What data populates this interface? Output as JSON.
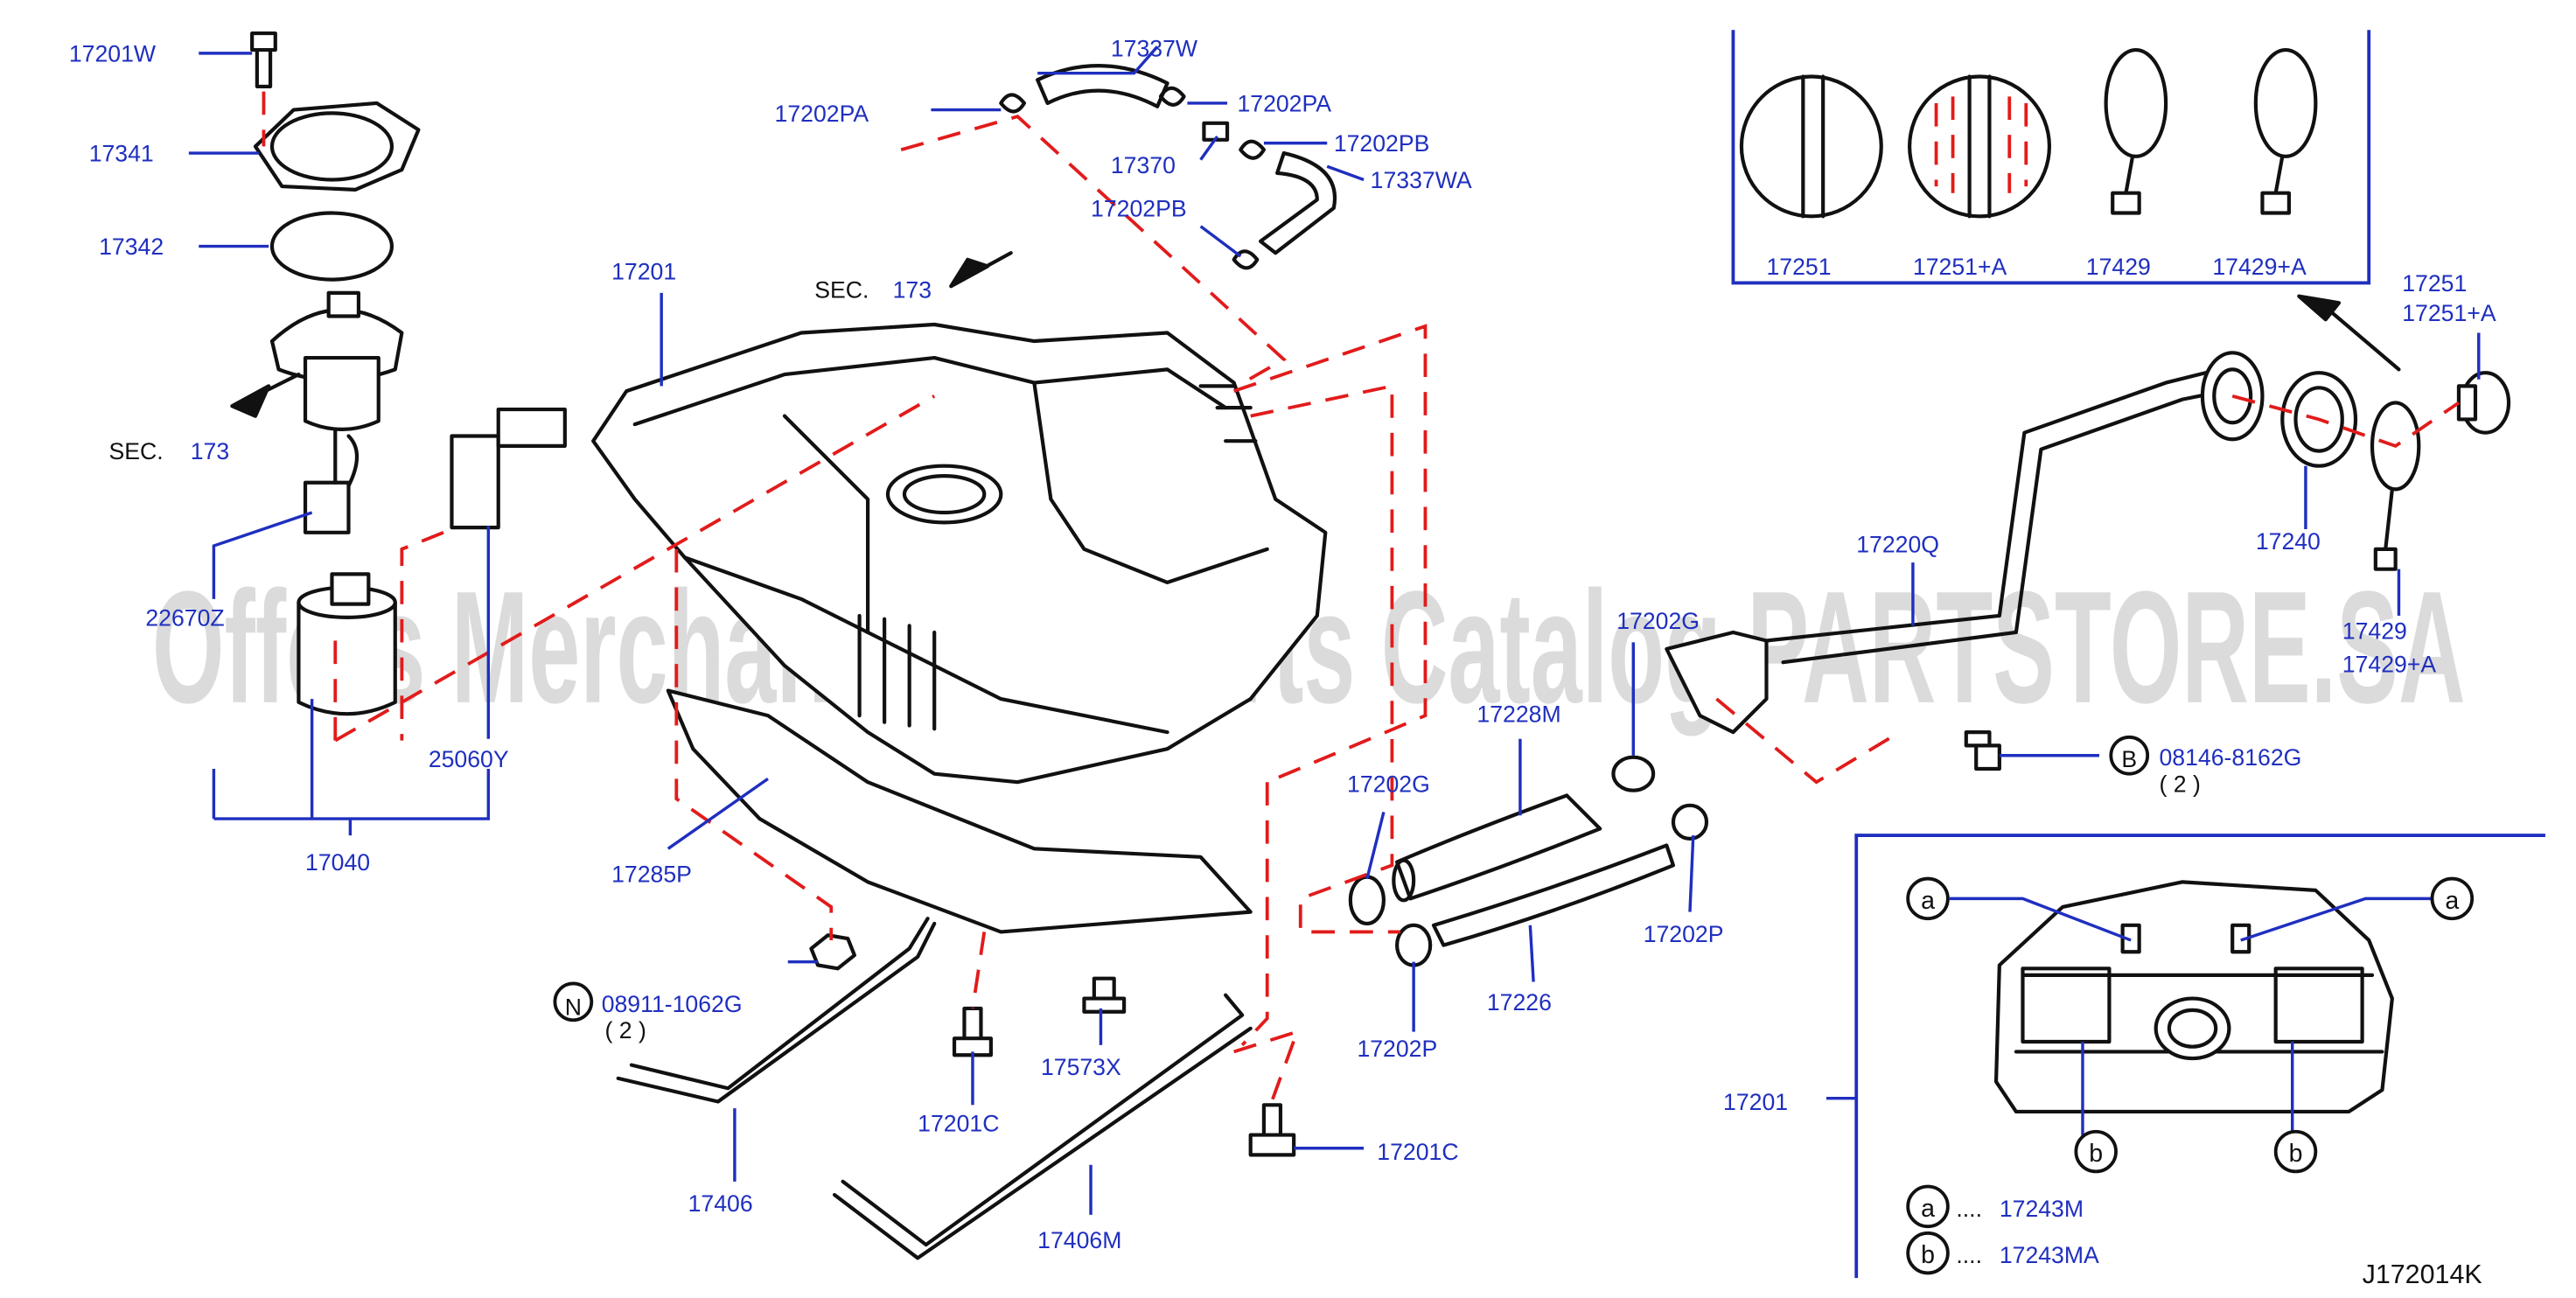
{
  "watermark": "Offers Merchant Auto Parts Catalog PARTSTORE.SA",
  "diagram_code": "J172014K",
  "sec_refs": [
    {
      "prefix": "SEC.",
      "num": "173"
    },
    {
      "prefix": "SEC.",
      "num": "173"
    }
  ],
  "labels": {
    "p17201W": "17201W",
    "p17341": "17341",
    "p17342": "17342",
    "p22670Z": "22670Z",
    "p25060Y": "25060Y",
    "p17040": "17040",
    "p17201": "17201",
    "p17202PA_a": "17202PA",
    "p17337W": "17337W",
    "p17202PA_b": "17202PA",
    "p17370": "17370",
    "p17202PB_a": "17202PB",
    "p17337WA": "17337WA",
    "p17202PB_b": "17202PB",
    "p17285P": "17285P",
    "p08911": "08911-1062G",
    "p08911_qty": "( 2 )",
    "p17406": "17406",
    "p17201C_a": "17201C",
    "p17573X": "17573X",
    "p17406M": "17406M",
    "p17201C_b": "17201C",
    "p17202G_a": "17202G",
    "p17228M": "17228M",
    "p17202G_b": "17202G",
    "p17202P_a": "17202P",
    "p17226": "17226",
    "p17202P_b": "17202P",
    "p17220Q": "17220Q",
    "p08146": "08146-8162G",
    "p08146_qty": "( 2 )",
    "p17240": "17240",
    "p17429_main": "17429",
    "p17429A_main": "17429+A",
    "p17251_top": "17251",
    "p17251A_top": "17251+A",
    "p17251_box": "17251",
    "p17251A_box": "17251+A",
    "p17429_box": "17429",
    "p17429A_box": "17429+A",
    "p17201_inset": "17201",
    "legend_a_part": "17243M",
    "legend_b_part": "17243MA",
    "legend_dots": "...."
  },
  "markers": {
    "N": "N",
    "B": "B",
    "a": "a",
    "b": "b"
  }
}
